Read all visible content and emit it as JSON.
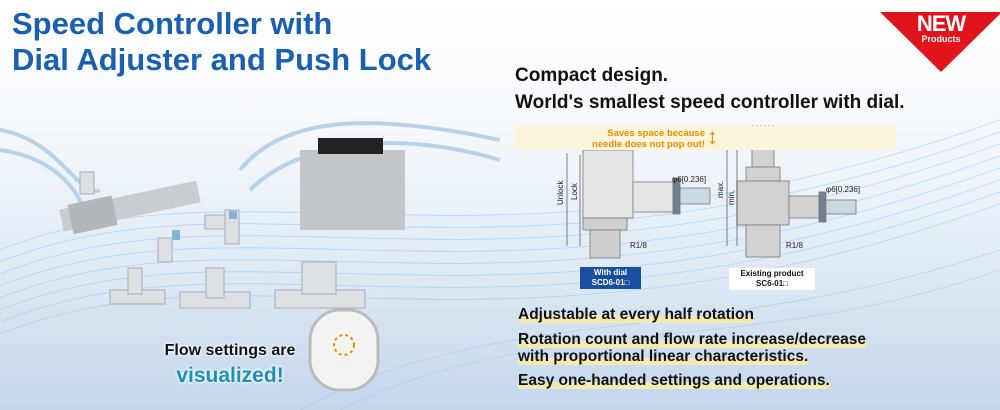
{
  "title": {
    "line1": "Speed Controller with",
    "line2": "Dial Adjuster and Push Lock"
  },
  "badge": {
    "main": "NEW",
    "sub": "Products"
  },
  "headline": {
    "line1": "Compact design.",
    "line2": "World's smallest speed controller with dial."
  },
  "diagram": {
    "callout": {
      "line1": "Saves space because",
      "line2": "needle does not pop out!"
    },
    "left": {
      "unlock": "Unlock",
      "lock": "Lock",
      "tube": "φ6[0.236]",
      "thread": "R1/8",
      "caption1": "With dial",
      "caption2": "SCD6-01□"
    },
    "right": {
      "max": "max.",
      "min": "min.",
      "tube": "φ6[0.236]",
      "thread": "R1/8",
      "caption1": "Existing product",
      "caption2": "SC6-01□"
    }
  },
  "features": [
    "Adjustable at every half rotation",
    "Rotation count and flow rate increase/decrease",
    "with proportional linear characteristics.",
    "Easy one-handed settings and operations."
  ],
  "flow": {
    "line1": "Flow settings are",
    "line2": "visualized!"
  },
  "colors": {
    "title": "#1a5fb0",
    "badge": "#e2141b",
    "callout": "#f08a00",
    "caption": "#1a4e9e"
  }
}
